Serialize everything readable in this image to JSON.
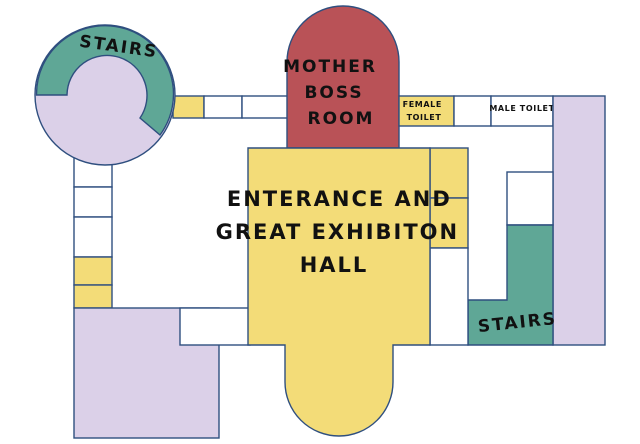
{
  "floorplan": {
    "labels": {
      "stairs_left": "STAIRS",
      "mother_boss": [
        "MOTHER",
        "BOSS",
        "ROOM"
      ],
      "female_toilet": [
        "FEMALE",
        "TOILET"
      ],
      "male_toilet": "MALE TOILET",
      "entrance_hall": [
        "ENTERANCE AND",
        "GREAT EXHIBITON",
        "HALL"
      ],
      "stairs_right": "STAIRS"
    },
    "colors": {
      "yellow": "#f3dc78",
      "red": "#b95257",
      "green": "#5fa796",
      "lavender": "#dbd0e8",
      "white": "#ffffff",
      "outline": "#2f4f7f"
    }
  }
}
